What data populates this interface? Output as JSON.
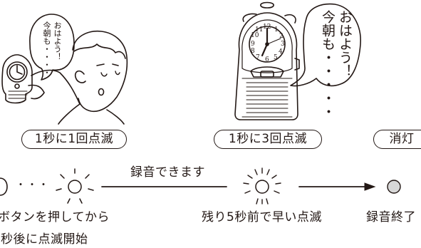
{
  "speech_left": {
    "line1": "おはよう！",
    "line2": "今朝も・・・・"
  },
  "speech_right": {
    "line1": "おはよう！",
    "line2": "今朝も・・・・・"
  },
  "clock_numerals": [
    "12",
    "1",
    "2",
    "3",
    "4",
    "5",
    "6",
    "7",
    "8",
    "9",
    "10",
    "11"
  ],
  "states": [
    {
      "label": "1秒に1回点滅"
    },
    {
      "label": "1秒に3回点滅"
    },
    {
      "label": "消灯"
    }
  ],
  "flow": {
    "ellipsis": "・・・",
    "arrow_label": "録音できます",
    "caption_left_line1": "ボタンを押してから",
    "caption_left_line2": "秒後に点滅開始",
    "caption_mid": "残り5秒前で早い点滅",
    "caption_right": "録音終了"
  }
}
